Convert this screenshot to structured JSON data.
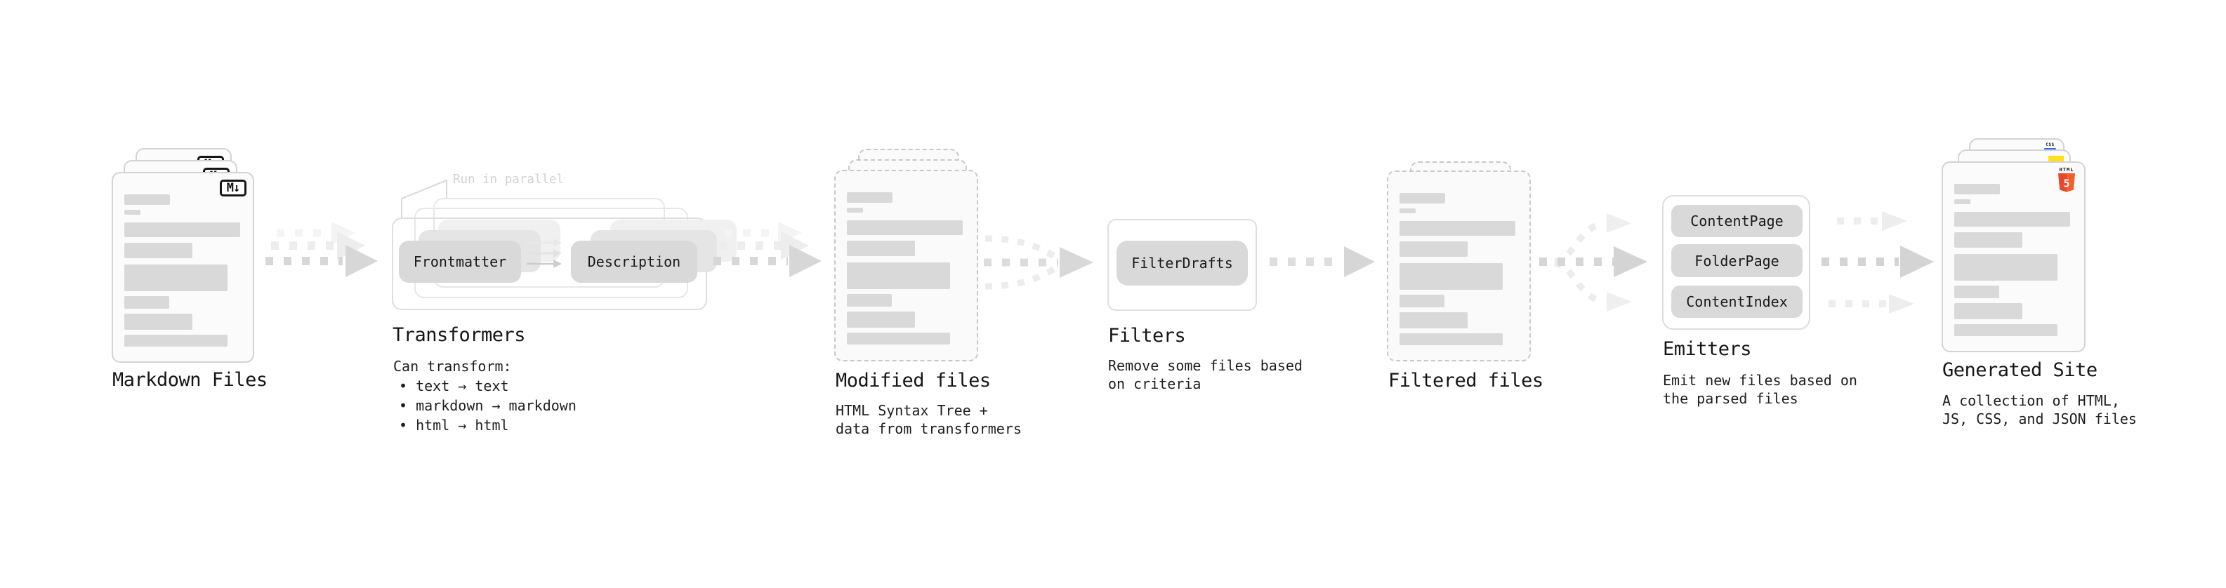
{
  "diagram": {
    "markdown_files": {
      "title": "Markdown Files",
      "file_badge": "M↓"
    },
    "transformers": {
      "title": "Transformers",
      "annotation": "Run in parallel",
      "transformer_left": "Frontmatter",
      "transformer_right": "Description",
      "description": "Can transform:",
      "bullets": [
        "• text → text",
        "• markdown → markdown",
        "• html → html"
      ]
    },
    "modified_files": {
      "title": "Modified files",
      "description": "HTML Syntax Tree +\ndata from transformers"
    },
    "filters": {
      "title": "Filters",
      "filter_name": "FilterDrafts",
      "description": "Remove some files based\non criteria"
    },
    "filtered_files": {
      "title": "Filtered files"
    },
    "emitters": {
      "title": "Emitters",
      "emitter_names": [
        "ContentPage",
        "FolderPage",
        "ContentIndex"
      ],
      "description": "Emit new files based on\nthe parsed files"
    },
    "generated_site": {
      "title": "Generated Site",
      "description": "A collection of HTML,\nJS, CSS, and JSON files",
      "badge_html_label": "HTML",
      "badge_html_number": "5",
      "badge_css": "CSS"
    }
  },
  "colors": {
    "card_bg": "#fbfbfb",
    "placeholder_bar": "#d9d9d9",
    "pill": "#d9d9d9",
    "outline": "#e0e0e0",
    "arrow": "#d6d6d6",
    "arrow_faint": "#ececec",
    "annotation_text": "#d2d2d2",
    "html5_orange": "#e8472b",
    "js_yellow": "#ffe01a",
    "css_blue": "#2f6bea",
    "text": "#1b1b1b"
  }
}
